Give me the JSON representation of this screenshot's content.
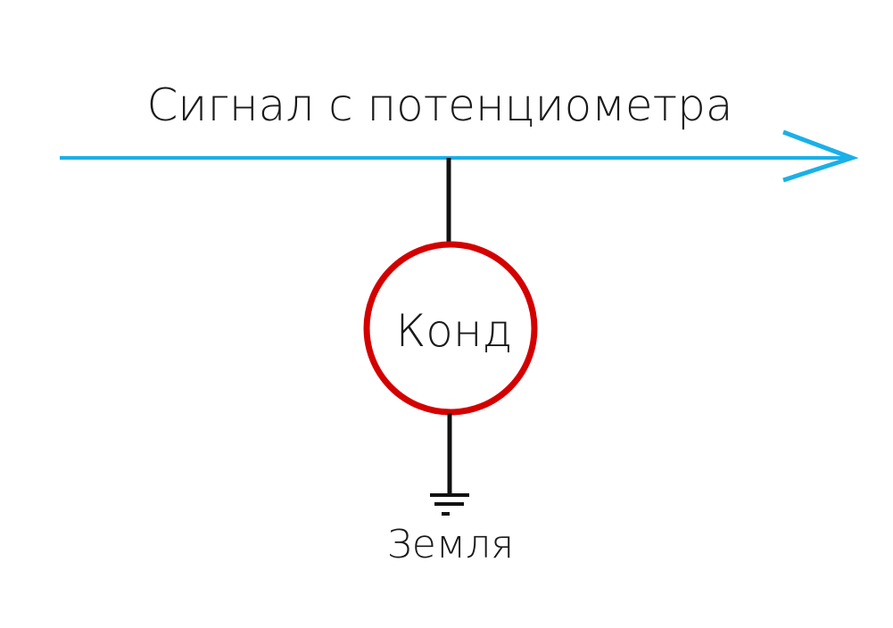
{
  "signal_label": "Сигнал с потенциометра",
  "capacitor_label": "Конд",
  "ground_label": "Земля",
  "colors": {
    "signal": "#1ab0e8",
    "capacitor": "#d40000",
    "wire": "#111111"
  }
}
